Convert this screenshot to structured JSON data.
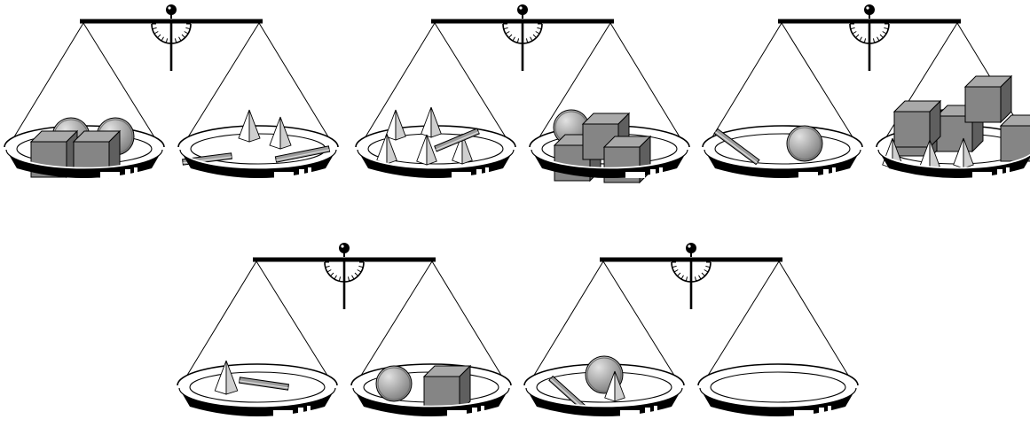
{
  "colors": {
    "background": "#ffffff",
    "ink": "#000000",
    "cube_front": "#858585",
    "cube_top": "#a9a9a9",
    "cube_side": "#5f5f5f",
    "sphere_light": "#e2e2e2",
    "sphere_dark": "#7a7a7a",
    "rod_fill": "#9c9c9c",
    "pyramid_light": "#ffffff",
    "pyramid_shade": "#cfcfcf"
  },
  "scales": [
    {
      "id": "scale-1",
      "left_pan": [
        "sphere",
        "sphere",
        "cube",
        "cube"
      ],
      "right_pan": [
        "pyramid",
        "pyramid",
        "rod",
        "rod"
      ]
    },
    {
      "id": "scale-2",
      "left_pan": [
        "pyramid",
        "pyramid",
        "pyramid",
        "pyramid",
        "pyramid",
        "rod"
      ],
      "right_pan": [
        "sphere",
        "cube",
        "cube",
        "cube"
      ]
    },
    {
      "id": "scale-3",
      "left_pan": [
        "rod",
        "sphere"
      ],
      "right_pan": [
        "cube",
        "cube",
        "cube",
        "cube",
        "cube",
        "pyramid",
        "pyramid",
        "pyramid"
      ]
    },
    {
      "id": "scale-4",
      "left_pan": [
        "pyramid",
        "rod"
      ],
      "right_pan": [
        "sphere",
        "cube"
      ]
    },
    {
      "id": "scale-5",
      "left_pan": [
        "rod",
        "sphere",
        "pyramid"
      ],
      "right_pan": []
    }
  ]
}
